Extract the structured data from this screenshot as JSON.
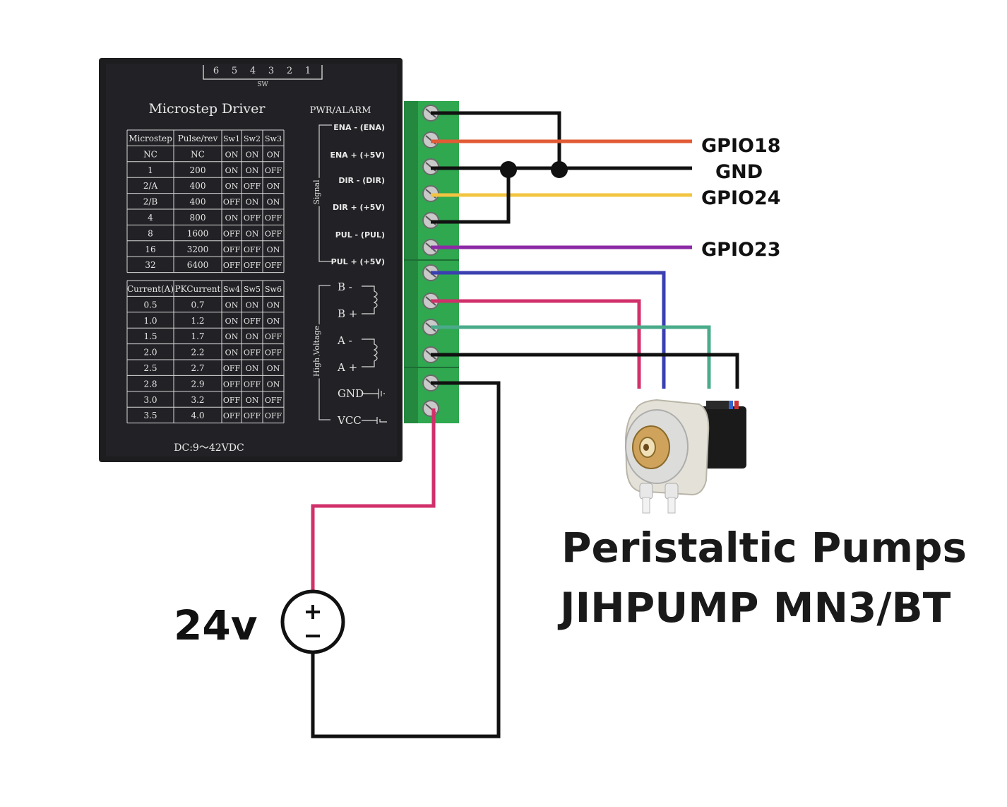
{
  "driver": {
    "sw_numbers": [
      "6",
      "5",
      "4",
      "3",
      "2",
      "1"
    ],
    "sw_label": "SW",
    "title": "Microstep Driver",
    "pwr_alarm": "PWR/ALARM",
    "voltage_note": "DC:9～42VDC",
    "signal_group": "Signal",
    "hv_group": "High Voltage",
    "microstep_table": {
      "headers": [
        "Microstep",
        "Pulse/rev",
        "Sw1",
        "Sw2",
        "Sw3"
      ],
      "rows": [
        [
          "NC",
          "NC",
          "ON",
          "ON",
          "ON"
        ],
        [
          "1",
          "200",
          "ON",
          "ON",
          "OFF"
        ],
        [
          "2/A",
          "400",
          "ON",
          "OFF",
          "ON"
        ],
        [
          "2/B",
          "400",
          "OFF",
          "ON",
          "ON"
        ],
        [
          "4",
          "800",
          "ON",
          "OFF",
          "OFF"
        ],
        [
          "8",
          "1600",
          "OFF",
          "ON",
          "OFF"
        ],
        [
          "16",
          "3200",
          "OFF",
          "OFF",
          "ON"
        ],
        [
          "32",
          "6400",
          "OFF",
          "OFF",
          "OFF"
        ]
      ]
    },
    "current_table": {
      "headers": [
        "Current(A)",
        "PKCurrent",
        "Sw4",
        "Sw5",
        "Sw6"
      ],
      "rows": [
        [
          "0.5",
          "0.7",
          "ON",
          "ON",
          "ON"
        ],
        [
          "1.0",
          "1.2",
          "ON",
          "OFF",
          "ON"
        ],
        [
          "1.5",
          "1.7",
          "ON",
          "ON",
          "OFF"
        ],
        [
          "2.0",
          "2.2",
          "ON",
          "OFF",
          "OFF"
        ],
        [
          "2.5",
          "2.7",
          "OFF",
          "ON",
          "ON"
        ],
        [
          "2.8",
          "2.9",
          "OFF",
          "OFF",
          "ON"
        ],
        [
          "3.0",
          "3.2",
          "OFF",
          "ON",
          "OFF"
        ],
        [
          "3.5",
          "4.0",
          "OFF",
          "OFF",
          "OFF"
        ]
      ]
    },
    "signal_terminals": [
      "ENA - (ENA)",
      "ENA + (+5V)",
      "DIR - (DIR)",
      "DIR + (+5V)",
      "PUL - (PUL)",
      "PUL + (+5V)"
    ],
    "hv_terminals": [
      "B -",
      "B +",
      "A -",
      "A +",
      "GND",
      "VCC"
    ]
  },
  "gpio_labels": [
    "GPIO18",
    "GND",
    "GPIO24",
    "GPIO23"
  ],
  "supply_label": "24v",
  "pump": {
    "title_line1": "Peristaltic Pumps",
    "title_line2": "JIHPUMP MN3/BT"
  },
  "colors": {
    "black_wire": "#111111",
    "orange_wire": "#e25b35",
    "yellow_wire": "#f2c441",
    "purple_wire": "#8c2aa6",
    "blue_wire": "#3b3fb0",
    "red_wire": "#d1306a",
    "green_wire": "#4aab8a",
    "terminal_green": "#2fa84f",
    "driver_body": "#1d1d1f"
  }
}
